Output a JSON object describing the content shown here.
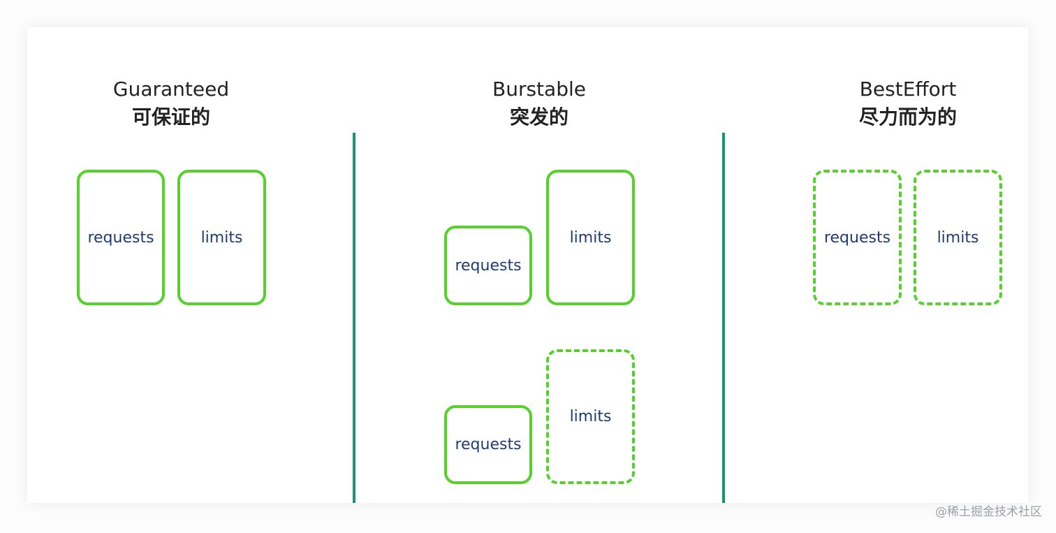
{
  "colors": {
    "box_border": "#56d12c",
    "divider": "#17956f",
    "box_text": "#1f3b73",
    "title_text": "#222222"
  },
  "columns": [
    {
      "title_en": "Guaranteed",
      "title_zh": "可保证的",
      "boxes": [
        {
          "label": "requests",
          "style": "solid"
        },
        {
          "label": "limits",
          "style": "solid"
        }
      ]
    },
    {
      "title_en": "Burstable",
      "title_zh": "突发的",
      "boxes": [
        {
          "label": "requests",
          "style": "solid"
        },
        {
          "label": "limits",
          "style": "solid"
        },
        {
          "label": "requests",
          "style": "solid"
        },
        {
          "label": "limits",
          "style": "dashed"
        }
      ]
    },
    {
      "title_en": "BestEffort",
      "title_zh": "尽力而为的",
      "boxes": [
        {
          "label": "requests",
          "style": "dashed"
        },
        {
          "label": "limits",
          "style": "dashed"
        }
      ]
    }
  ],
  "watermark": "@稀土掘金技术社区"
}
